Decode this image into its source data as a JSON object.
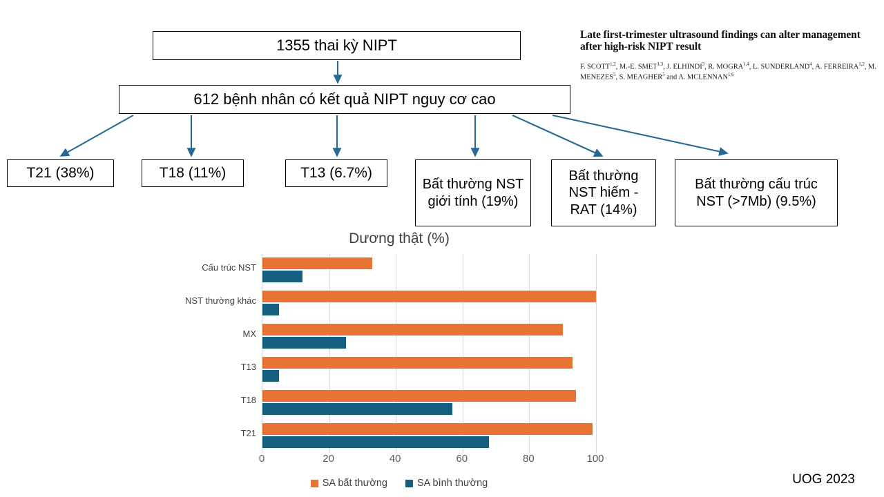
{
  "citation": {
    "title": "Late first-trimester ultrasound findings can alter management after high-risk NIPT result",
    "authors": "F. SCOTT1,2, M.-E. SMET1,3, J. ELHINDI3, R. MOGRA1,4, L. SUNDERLAND4, A. FERREIRA1,2, M. MENEZES5, S. MEAGHER5 and A. MCLENNAN1,6"
  },
  "flowchart": {
    "total": "1355 thai kỳ NIPT",
    "high_risk": "612 bệnh nhân có kết quả NIPT nguy cơ cao",
    "outcomes": [
      {
        "label": "T21 (38%)"
      },
      {
        "label": "T18 (11%)"
      },
      {
        "label": "T13 (6.7%)"
      },
      {
        "label": "Bất thường NST giới tính (19%)"
      },
      {
        "label": "Bất thường NST hiếm - RAT (14%)"
      },
      {
        "label": "Bất thường cấu trúc NST (>7Mb) (9.5%)"
      }
    ]
  },
  "chart_data": {
    "type": "bar",
    "orientation": "horizontal",
    "title": "Dương thật (%)",
    "xlabel": "",
    "ylabel": "",
    "xlim": [
      0,
      100
    ],
    "xticks": [
      0,
      20,
      40,
      60,
      80,
      100
    ],
    "grid": true,
    "legend_position": "bottom",
    "categories": [
      "T21",
      "T18",
      "T13",
      "MX",
      "NST thường khác",
      "Cấu trúc NST"
    ],
    "series": [
      {
        "name": "SA bất thường",
        "color": "#e87434",
        "values": [
          99,
          94,
          93,
          90,
          100,
          33
        ]
      },
      {
        "name": "SA bình thường",
        "color": "#155f80",
        "values": [
          68,
          57,
          5,
          25,
          5,
          12
        ]
      }
    ]
  },
  "footer": {
    "credit": "UOG 2023"
  },
  "colors": {
    "abnormal": "#e87434",
    "normal": "#155f80",
    "arrow": "#246a93",
    "box_border": "#000000",
    "grid": "#d9d9d9"
  }
}
